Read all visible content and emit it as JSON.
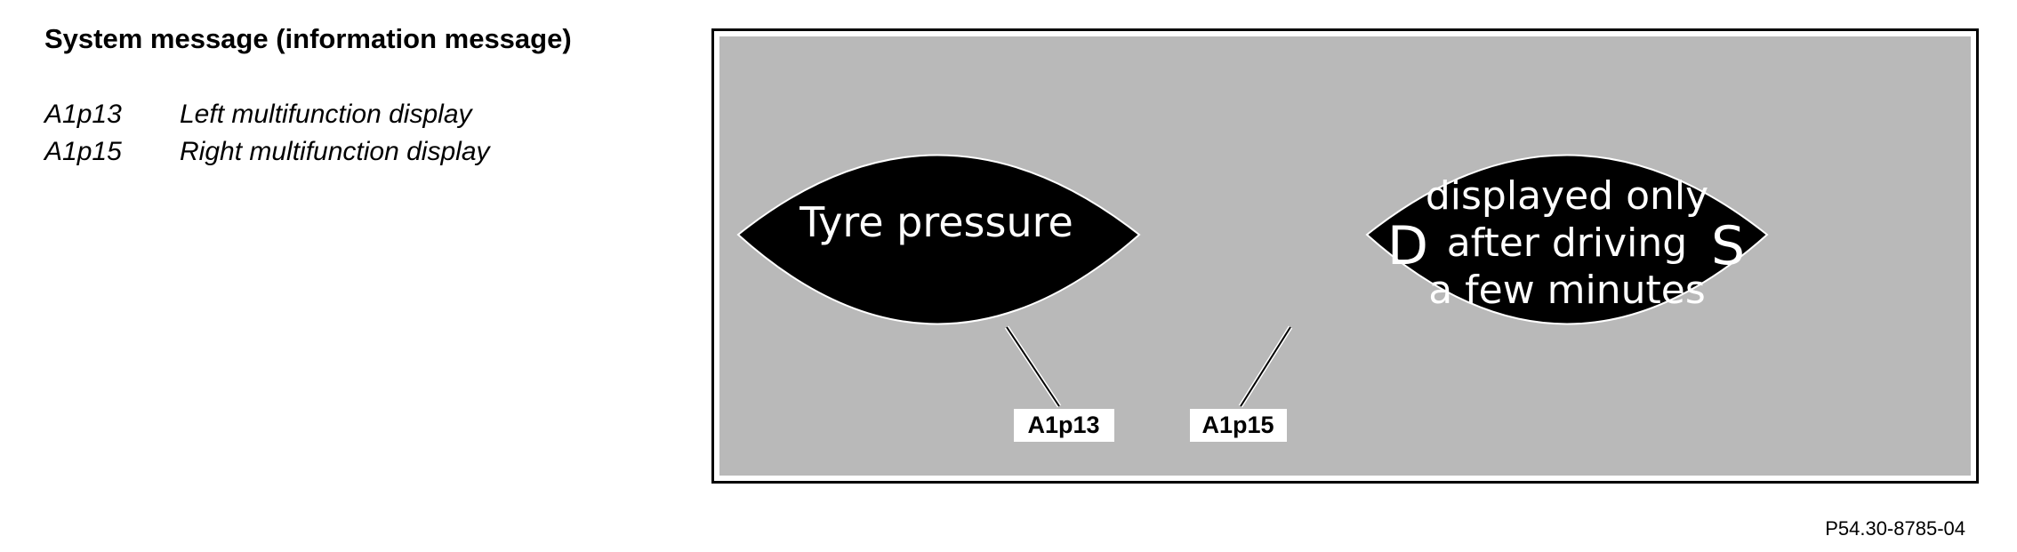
{
  "heading": "System message (information message)",
  "legend": [
    {
      "code": "A1p13",
      "description": "Left multifunction display"
    },
    {
      "code": "A1p15",
      "description": "Right multifunction display"
    }
  ],
  "diagram": {
    "left_display": {
      "text": "Tyre pressure",
      "callout": "A1p13"
    },
    "right_display": {
      "lines": [
        "displayed only",
        "after driving",
        "a few minutes"
      ],
      "left_letter": "D",
      "right_letter": "S",
      "callout": "A1p15"
    },
    "colors": {
      "panel_background": "#b9b9b9",
      "display_fill": "#000000",
      "display_text": "#ffffff",
      "callout_label_background": "#ffffff"
    }
  },
  "figure_reference": "P54.30-8785-04"
}
